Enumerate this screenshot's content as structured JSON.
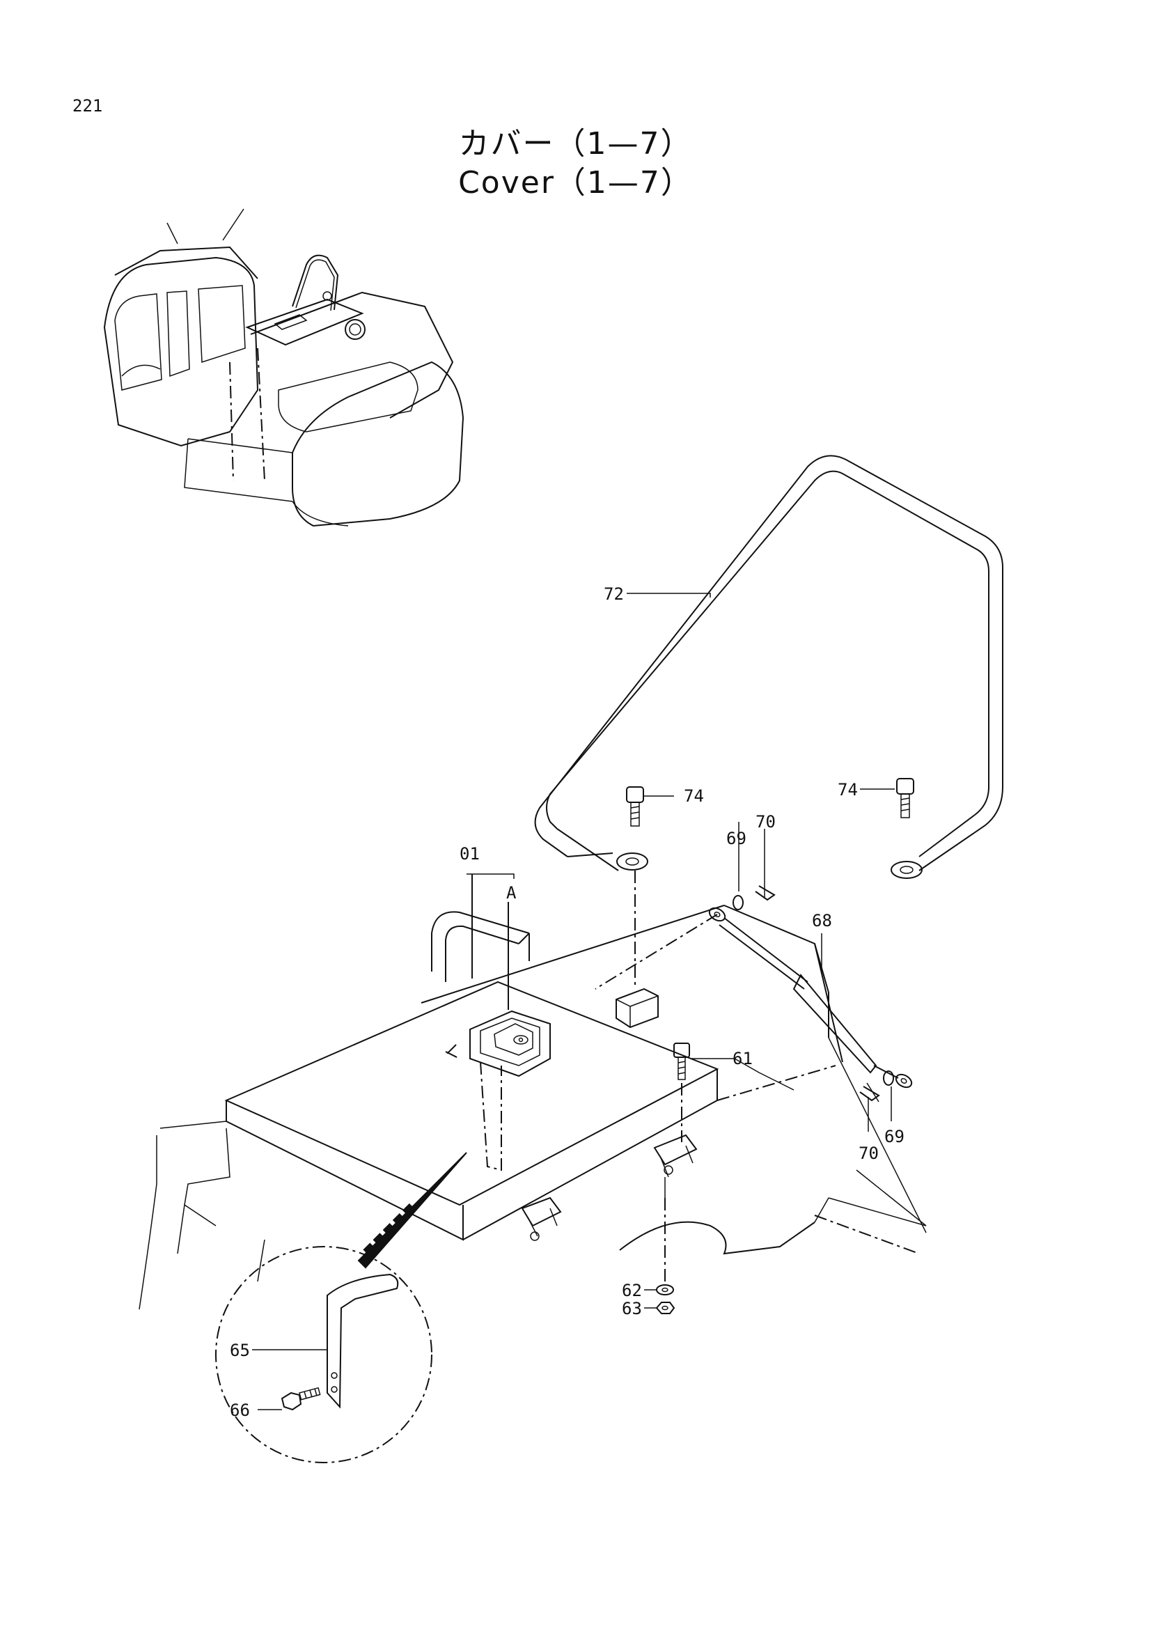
{
  "page_number": "221",
  "title_jp": "カバー（1—7）",
  "title_en": "Cover（1—7）",
  "callouts": {
    "c01": "01",
    "cA": "A",
    "c61": "61",
    "c62": "62",
    "c63": "63",
    "c65": "65",
    "c66": "66",
    "c68": "68",
    "c69a": "69",
    "c69b": "69",
    "c70a": "70",
    "c70b": "70",
    "c72": "72",
    "c74a": "74",
    "c74b": "74"
  }
}
